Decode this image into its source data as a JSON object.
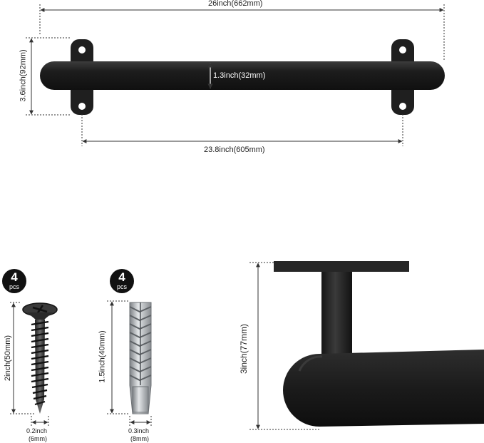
{
  "colors": {
    "metal_black": "#1a1a1a",
    "metal_highlight": "#3a3a3a",
    "zinc": "#b8bcc0",
    "dim_line": "#333333"
  },
  "main_bar": {
    "overall_length": "26inch(662mm)",
    "mount_height": "3.6inch(92mm)",
    "bar_diameter": "1.3inch(32mm)",
    "mount_spacing": "23.8inch(605mm)"
  },
  "screw": {
    "quantity": "4",
    "unit": "pcs",
    "length": "2inch(50mm)",
    "diameter_in": "0.2inch",
    "diameter_mm": "(6mm)"
  },
  "anchor": {
    "quantity": "4",
    "unit": "pcs",
    "length": "1.5inch(40mm)",
    "diameter_in": "0.3inch",
    "diameter_mm": "(8mm)"
  },
  "side_view": {
    "projection": "3inch(77mm)"
  }
}
